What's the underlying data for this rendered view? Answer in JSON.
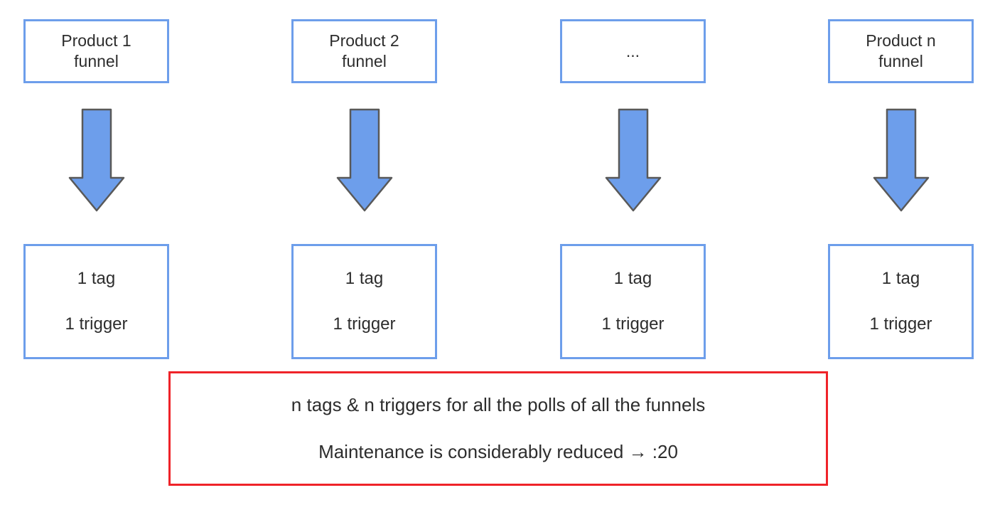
{
  "colors": {
    "background": "#ffffff",
    "box_border": "#6d9eeb",
    "arrow_fill": "#6d9eeb",
    "arrow_stroke": "#595959",
    "red_border": "#ef2329",
    "text": "#2d2d2d"
  },
  "icons": {
    "down_arrow": "⬇"
  },
  "diagram": {
    "columns": [
      {
        "funnel": "Product 1\nfunnel",
        "tag": "1 tag",
        "trigger": "1 trigger"
      },
      {
        "funnel": "Product 2\nfunnel",
        "tag": "1 tag",
        "trigger": "1 trigger"
      },
      {
        "funnel": "...",
        "tag": "1 tag",
        "trigger": "1 trigger"
      },
      {
        "funnel": "Product n\nfunnel",
        "tag": "1 tag",
        "trigger": "1 trigger"
      }
    ],
    "summary": {
      "line1": "n tags & n triggers for all the polls of all the funnels",
      "line2": "Maintenance is considerably reduced → :20"
    }
  }
}
